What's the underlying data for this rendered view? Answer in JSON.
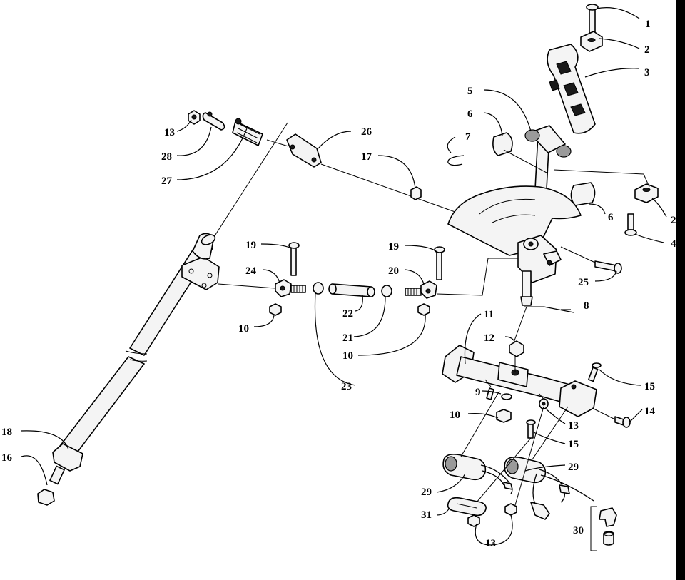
{
  "diagram": {
    "callouts": [
      {
        "id": "c1",
        "label": "1"
      },
      {
        "id": "c2a",
        "label": "2"
      },
      {
        "id": "c3",
        "label": "3"
      },
      {
        "id": "c5",
        "label": "5"
      },
      {
        "id": "c6a",
        "label": "6"
      },
      {
        "id": "c7",
        "label": "7"
      },
      {
        "id": "c26",
        "label": "26"
      },
      {
        "id": "c13a",
        "label": "13"
      },
      {
        "id": "c28",
        "label": "28"
      },
      {
        "id": "c27",
        "label": "27"
      },
      {
        "id": "c17",
        "label": "17"
      },
      {
        "id": "c6b",
        "label": "6"
      },
      {
        "id": "c2b",
        "label": "2"
      },
      {
        "id": "c4",
        "label": "4"
      },
      {
        "id": "c19a",
        "label": "19"
      },
      {
        "id": "c24",
        "label": "24"
      },
      {
        "id": "c19b",
        "label": "19"
      },
      {
        "id": "c20",
        "label": "20"
      },
      {
        "id": "c25",
        "label": "25"
      },
      {
        "id": "c10a",
        "label": "10"
      },
      {
        "id": "c22",
        "label": "22"
      },
      {
        "id": "c21",
        "label": "21"
      },
      {
        "id": "c10b",
        "label": "10"
      },
      {
        "id": "c8",
        "label": "8"
      },
      {
        "id": "c23",
        "label": "23"
      },
      {
        "id": "c11",
        "label": "11"
      },
      {
        "id": "c12",
        "label": "12"
      },
      {
        "id": "c15a",
        "label": "15"
      },
      {
        "id": "c9",
        "label": "9"
      },
      {
        "id": "c10c",
        "label": "10"
      },
      {
        "id": "c14",
        "label": "14"
      },
      {
        "id": "c13b",
        "label": "13"
      },
      {
        "id": "c15b",
        "label": "15"
      },
      {
        "id": "c18",
        "label": "18"
      },
      {
        "id": "c16",
        "label": "16"
      },
      {
        "id": "c29a",
        "label": "29"
      },
      {
        "id": "c29b",
        "label": "29"
      },
      {
        "id": "c31",
        "label": "31"
      },
      {
        "id": "c30",
        "label": "30"
      },
      {
        "id": "c13c",
        "label": "13"
      }
    ]
  }
}
